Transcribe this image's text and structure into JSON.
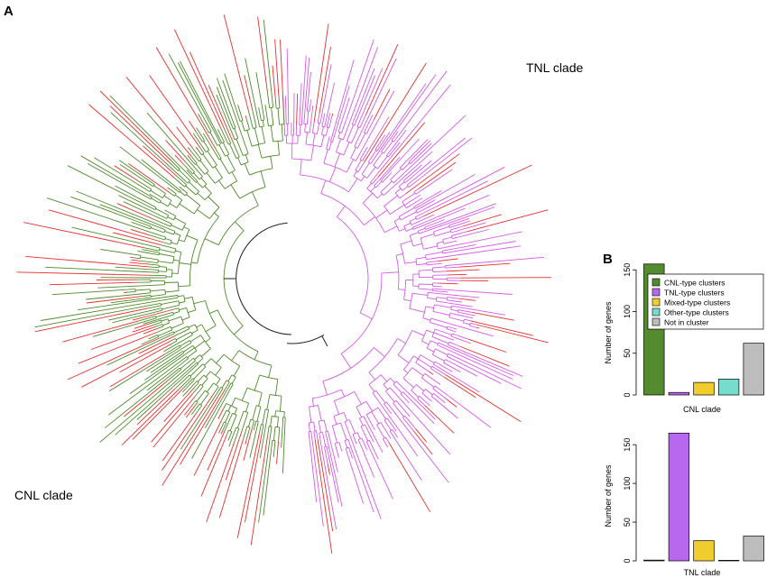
{
  "panels": {
    "a": "A",
    "b": "B"
  },
  "tree": {
    "clade_labels": [
      "TNL clade",
      "CNL clade"
    ],
    "colors": {
      "cnl": "#4f8a2b",
      "tnl": "#d45be6",
      "red": "#e3302d",
      "orange": "#d45b22",
      "root": "#222222"
    }
  },
  "legend": [
    {
      "label": "CNL-type clusters",
      "color": "#548b2f"
    },
    {
      "label": "TNL-type clusters",
      "color": "#b868ef"
    },
    {
      "label": "Mixed-type clusters",
      "color": "#f0cc2c"
    },
    {
      "label": "Other-type clusters",
      "color": "#76dccb"
    },
    {
      "label": "Not in cluster",
      "color": "#bdbdbd"
    }
  ],
  "chart_data": [
    {
      "type": "bar",
      "xlabel": "CNL clade",
      "ylabel": "Number of genes",
      "ylim": [
        0,
        160
      ],
      "yticks": [
        0,
        50,
        100,
        150
      ],
      "categories": [
        "CNL-type clusters",
        "TNL-type clusters",
        "Mixed-type clusters",
        "Other-type clusters",
        "Not in cluster"
      ],
      "values": [
        157,
        3,
        15,
        19,
        62
      ],
      "colors": [
        "#548b2f",
        "#b868ef",
        "#f0cc2c",
        "#76dccb",
        "#bdbdbd"
      ]
    },
    {
      "type": "bar",
      "xlabel": "TNL clade",
      "ylabel": "Number of genes",
      "ylim": [
        0,
        170
      ],
      "yticks": [
        0,
        50,
        100,
        150
      ],
      "categories": [
        "CNL-type clusters",
        "TNL-type clusters",
        "Mixed-type clusters",
        "Other-type clusters",
        "Not in cluster"
      ],
      "values": [
        1,
        165,
        26,
        0,
        32
      ],
      "colors": [
        "#548b2f",
        "#b868ef",
        "#f0cc2c",
        "#76dccb",
        "#bdbdbd"
      ]
    }
  ]
}
